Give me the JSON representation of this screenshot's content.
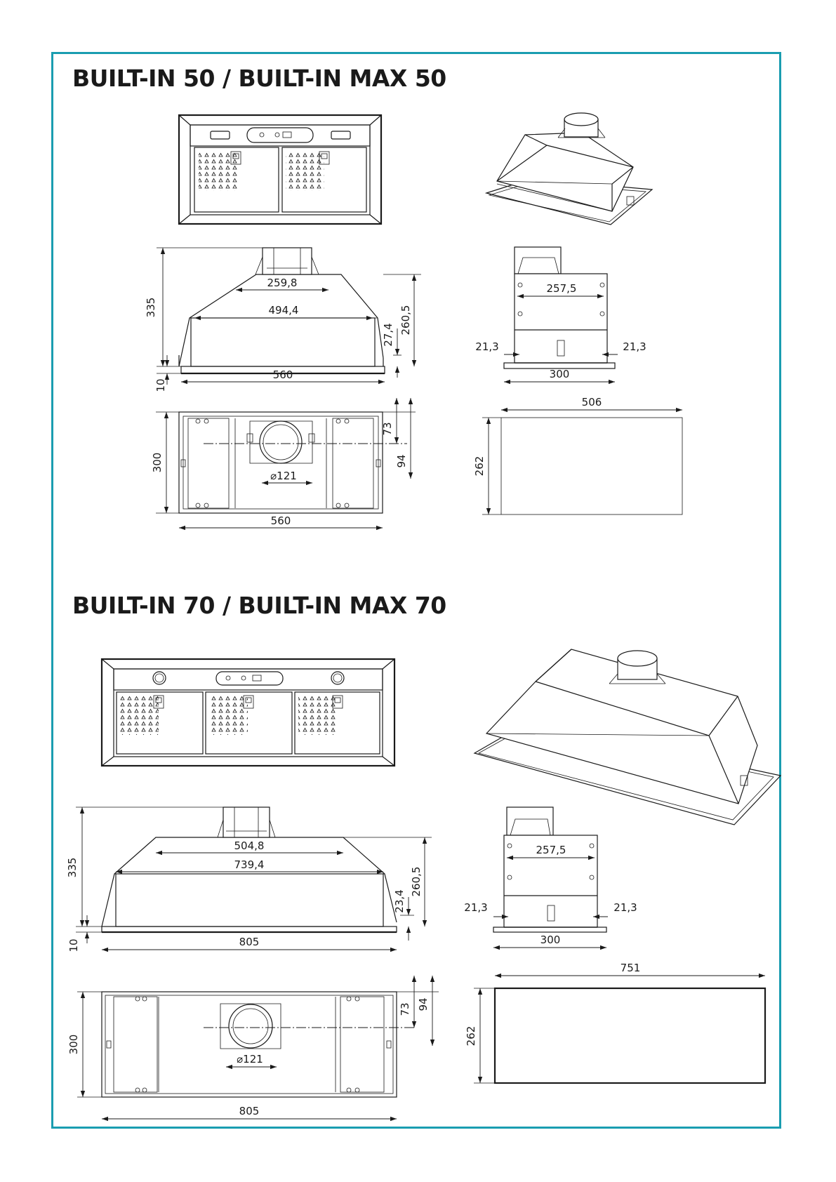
{
  "border_color": "#1a9db0",
  "sections": [
    {
      "title": "BUILT-IN 50  /  BUILT-IN MAX 50",
      "side_view": {
        "height": "335",
        "top_width": "259,8",
        "mid_width": "494,4",
        "body_height": "260,5",
        "flange_offset": "27,4",
        "flange_thickness": "10",
        "flange_width": "560"
      },
      "end_view": {
        "width": "257,5",
        "inset_left": "21,3",
        "inset_right": "21,3",
        "depth": "300"
      },
      "bottom_view": {
        "depth": "300",
        "outlet_offset_a": "73",
        "outlet_offset_b": "94",
        "outlet_diameter": "⌀121",
        "width": "560"
      },
      "cutout": {
        "width": "506",
        "depth": "262"
      }
    },
    {
      "title": "BUILT-IN 70  /  BUILT-IN MAX 70",
      "side_view": {
        "height": "335",
        "top_width": "504,8",
        "mid_width": "739,4",
        "body_height": "260,5",
        "flange_offset": "23,4",
        "flange_thickness": "10",
        "flange_width": "805"
      },
      "end_view": {
        "width": "257,5",
        "inset_left": "21,3",
        "inset_right": "21,3",
        "depth": "300"
      },
      "bottom_view": {
        "depth": "300",
        "outlet_offset_a": "73",
        "outlet_offset_b": "94",
        "outlet_diameter": "⌀121",
        "width": "805"
      },
      "cutout": {
        "width": "751",
        "depth": "262"
      }
    }
  ]
}
